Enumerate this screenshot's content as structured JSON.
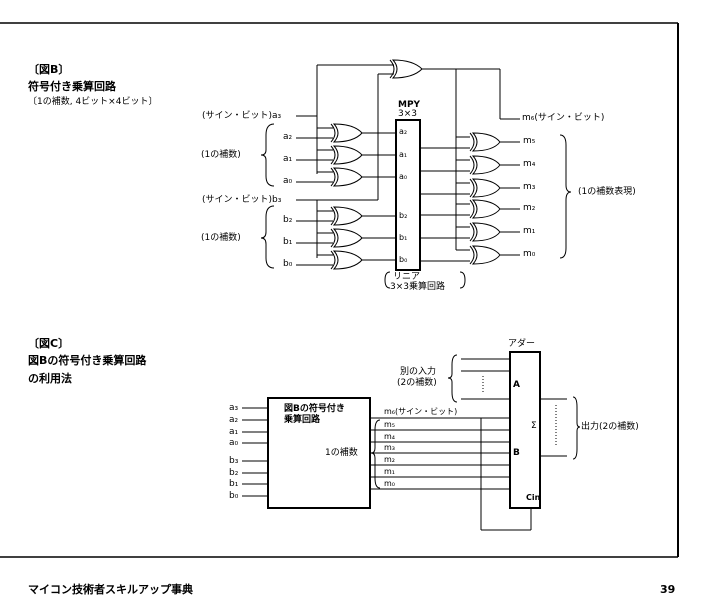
{
  "figure_b": {
    "tag": "〔図B〕",
    "title": "符号付き乗算回路",
    "subtitle": "〔1の補数, 4ビット×4ビット〕",
    "a_sign_label": "(サイン・ビット)a₃",
    "a_group_label": "(1の補数)",
    "a_inputs": [
      "a₂",
      "a₁",
      "a₀"
    ],
    "b_sign_label": "(サイン・ビット)b₃",
    "b_group_label": "(1の補数)",
    "b_inputs": [
      "b₂",
      "b₁",
      "b₀"
    ],
    "mpy_title_1": "MPY",
    "mpy_title_2": "3×3",
    "mpy_pins": [
      "a₂",
      "a₁",
      "a₀",
      "b₂",
      "b₁",
      "b₀"
    ],
    "mpy_caption_1": "リニア",
    "mpy_caption_2": "3×3乗算回路",
    "sign_output": "m₆(サイン・ビット)",
    "outputs": [
      "m₅",
      "m₄",
      "m₃",
      "m₂",
      "m₁",
      "m₀"
    ],
    "output_group_label": "(1の補数表現)"
  },
  "figure_c": {
    "tag": "〔図C〕",
    "title_1": "図Bの符号付き乗算回路",
    "title_2": "の利用法",
    "inputs": [
      "a₃",
      "a₂",
      "a₁",
      "a₀",
      "b₃",
      "b₂",
      "b₁",
      "b₀"
    ],
    "block_title_1": "図Bの符号付き",
    "block_title_2": "乗算回路",
    "block_group_label": "1の補数",
    "block_sign_output": "m₆(サイン・ビット)",
    "block_outputs": [
      "m₅",
      "m₄",
      "m₃",
      "m₂",
      "m₁",
      "m₀"
    ],
    "adder_title": "アダー",
    "adder_other_input_1": "別の入力",
    "adder_other_input_2": "(2の補数)",
    "adder_pin_a": "A",
    "adder_pin_b": "B",
    "adder_pin_sum": "Σ",
    "adder_pin_cin": "Cin",
    "adder_output_label": "出力(2の補数)"
  },
  "footer": {
    "book_title": "マイコン技術者スキルアップ事典",
    "page_number": "39"
  }
}
